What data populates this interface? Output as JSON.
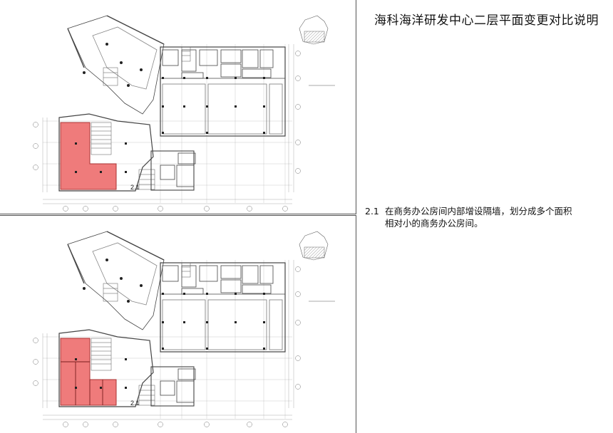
{
  "header": {
    "title": "海科海洋研发中心二层平面变更对比说明"
  },
  "note": {
    "number": "2.1",
    "line1": "在商务办公房间内部增设隔墙，划分成多个面积",
    "line2": "相对小的商务办公房间。"
  },
  "plan": {
    "area_marker": "2.1",
    "colors": {
      "highlight": "#ef7b7b",
      "line": "#444444"
    }
  }
}
